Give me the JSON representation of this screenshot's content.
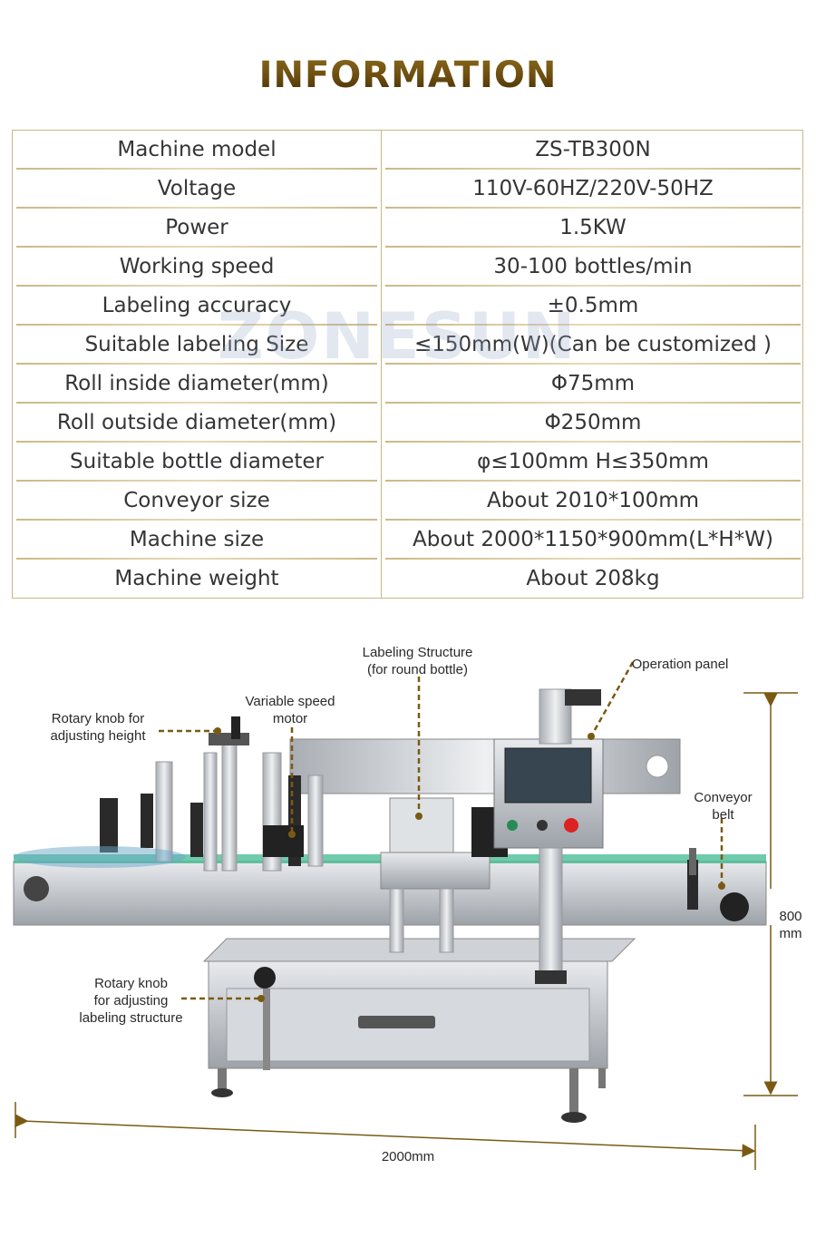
{
  "title": "INFORMATION",
  "specs": [
    {
      "name": "Machine model",
      "value": "ZS-TB300N"
    },
    {
      "name": "Voltage",
      "value": "110V-60HZ/220V-50HZ"
    },
    {
      "name": "Power",
      "value": "1.5KW"
    },
    {
      "name": "Working speed",
      "value": "30-100 bottles/min"
    },
    {
      "name": "Labeling accuracy",
      "value": "±0.5mm"
    },
    {
      "name": "Suitable labeling Size",
      "value": "≤150mm(W)(Can be customized )"
    },
    {
      "name": "Roll inside diameter(mm)",
      "value": "Φ75mm"
    },
    {
      "name": "Roll outside diameter(mm)",
      "value": "Φ250mm"
    },
    {
      "name": "Suitable bottle diameter",
      "value": "φ≤100mm H≤350mm"
    },
    {
      "name": "Conveyor size",
      "value": "About 2010*100mm"
    },
    {
      "name": "Machine size",
      "value": "About 2000*1150*900mm(L*H*W)"
    },
    {
      "name": "Machine weight",
      "value": "About 208kg"
    }
  ],
  "watermark": "ZONESUN",
  "diagram": {
    "labels": {
      "labeling_structure_line1": "Labeling Structure",
      "labeling_structure_line2": "(for round bottle)",
      "operation_panel": "Operation panel",
      "rotary_height_line1": "Rotary knob for",
      "rotary_height_line2": "adjusting height",
      "variable_speed_line1": "Variable speed",
      "variable_speed_line2": "motor",
      "conveyor_belt_line1": "Conveyor",
      "conveyor_belt_line2": "belt",
      "rotary_labeling_line1": "Rotary knob",
      "rotary_labeling_line2": "for adjusting",
      "rotary_labeling_line3": "labeling structure",
      "height_dim_line1": "800",
      "height_dim_line2": "mm",
      "length_dim": "2000mm"
    },
    "colors": {
      "dim_line": "#7a5a13",
      "steel": "#c9ccd1",
      "belt_green": "#3fb98f"
    }
  }
}
